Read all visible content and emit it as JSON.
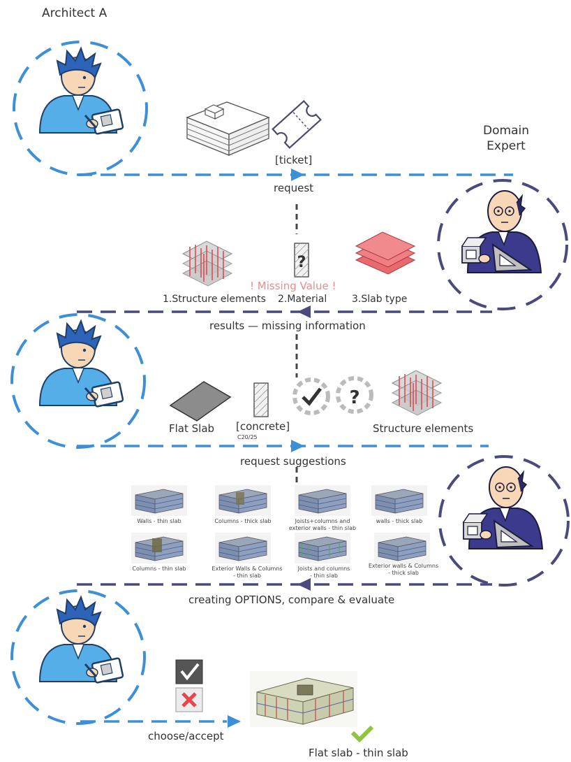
{
  "roles": {
    "architect": "Architect A",
    "expert_line1": "Domain",
    "expert_line2": "Expert"
  },
  "step1": {
    "ticket": "[ticket]",
    "arrow": "request"
  },
  "step2": {
    "item1": "1.Structure elements",
    "item2": "2.Material",
    "item3": "3.Slab type",
    "missing": "! Missing Value !",
    "arrow": "results — missing information"
  },
  "step3": {
    "slab": "Flat Slab",
    "material": "[concrete]",
    "material_grade": "C20/25",
    "elements": "Structure elements",
    "arrow": "request suggestions"
  },
  "step4": {
    "options": [
      {
        "label_l1": "Walls - thin slab",
        "label_l2": ""
      },
      {
        "label_l1": "Columns - thick slab",
        "label_l2": ""
      },
      {
        "label_l1": "Joists+columns and",
        "label_l2": "exterior walls - thin slab"
      },
      {
        "label_l1": "walls - thick slab",
        "label_l2": ""
      },
      {
        "label_l1": "Columns - thin slab",
        "label_l2": ""
      },
      {
        "label_l1": "Exterior Walls  & Columns",
        "label_l2": "- thin slab"
      },
      {
        "label_l1": "Joists and columns",
        "label_l2": "- thin slab"
      },
      {
        "label_l1": "Exterior walls & Columns",
        "label_l2": "- thick slab"
      }
    ],
    "arrow": "creating OPTIONS, compare & evaluate"
  },
  "step5": {
    "arrow": "choose/accept",
    "result": "Flat slab - thin slab"
  },
  "colors": {
    "architect_line": "#3d8fd6",
    "expert_line": "#4a4a7c",
    "accept": "#8cc63f",
    "reject": "#e8474a",
    "missing": "#ef8a8a"
  }
}
